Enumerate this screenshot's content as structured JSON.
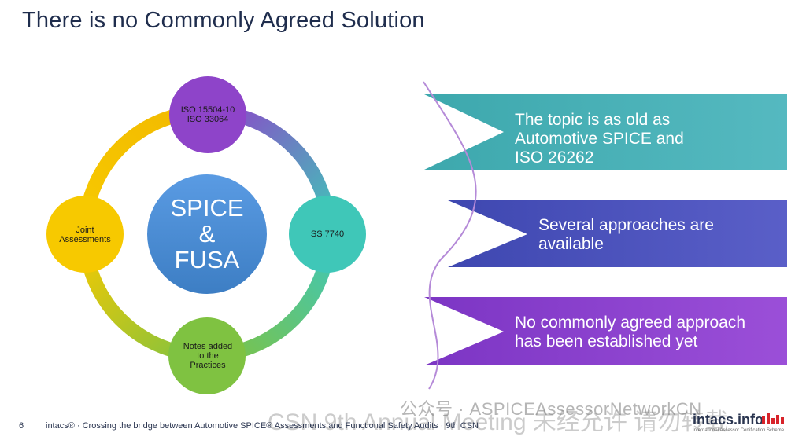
{
  "title": "There is no Commonly Agreed Solution",
  "diagram": {
    "center": [
      "SPICE",
      "&",
      "FUSA"
    ],
    "nodes": {
      "top": "ISO 15504-10\nISO 33064",
      "right": "SS 7740",
      "bottom": "Notes added\nto the\nPractices",
      "left": "Joint\nAssessments"
    }
  },
  "boxes": [
    "The topic is as old as\nAutomotive SPICE and\nISO 26262",
    "Several approaches are\navailable",
    "No commonly agreed approach\nhas been established yet"
  ],
  "colors": {
    "title": "#1f2d4d",
    "center": "#4f8fd8",
    "node_top": "#8e44c9",
    "node_right": "#3fc7b8",
    "node_bottom": "#7fc241",
    "node_left": "#f7c900",
    "box1": "#3aa8b0",
    "box2": "#4b4fb8",
    "box3": "#8a3fcf"
  },
  "footer": {
    "page": "6",
    "text": "intacs® · Crossing the bridge between Automotive SPICE® Assessments and Functional Safety Audits · 9th CSN",
    "logo": "intacs.info",
    "logo_sub": "International Assessor Certification Scheme"
  },
  "watermarks": [
    "公众号 · ASPICEAssessorNetworkCN",
    "CSN 9th Annual Meeting 未经允许 请勿转载"
  ]
}
